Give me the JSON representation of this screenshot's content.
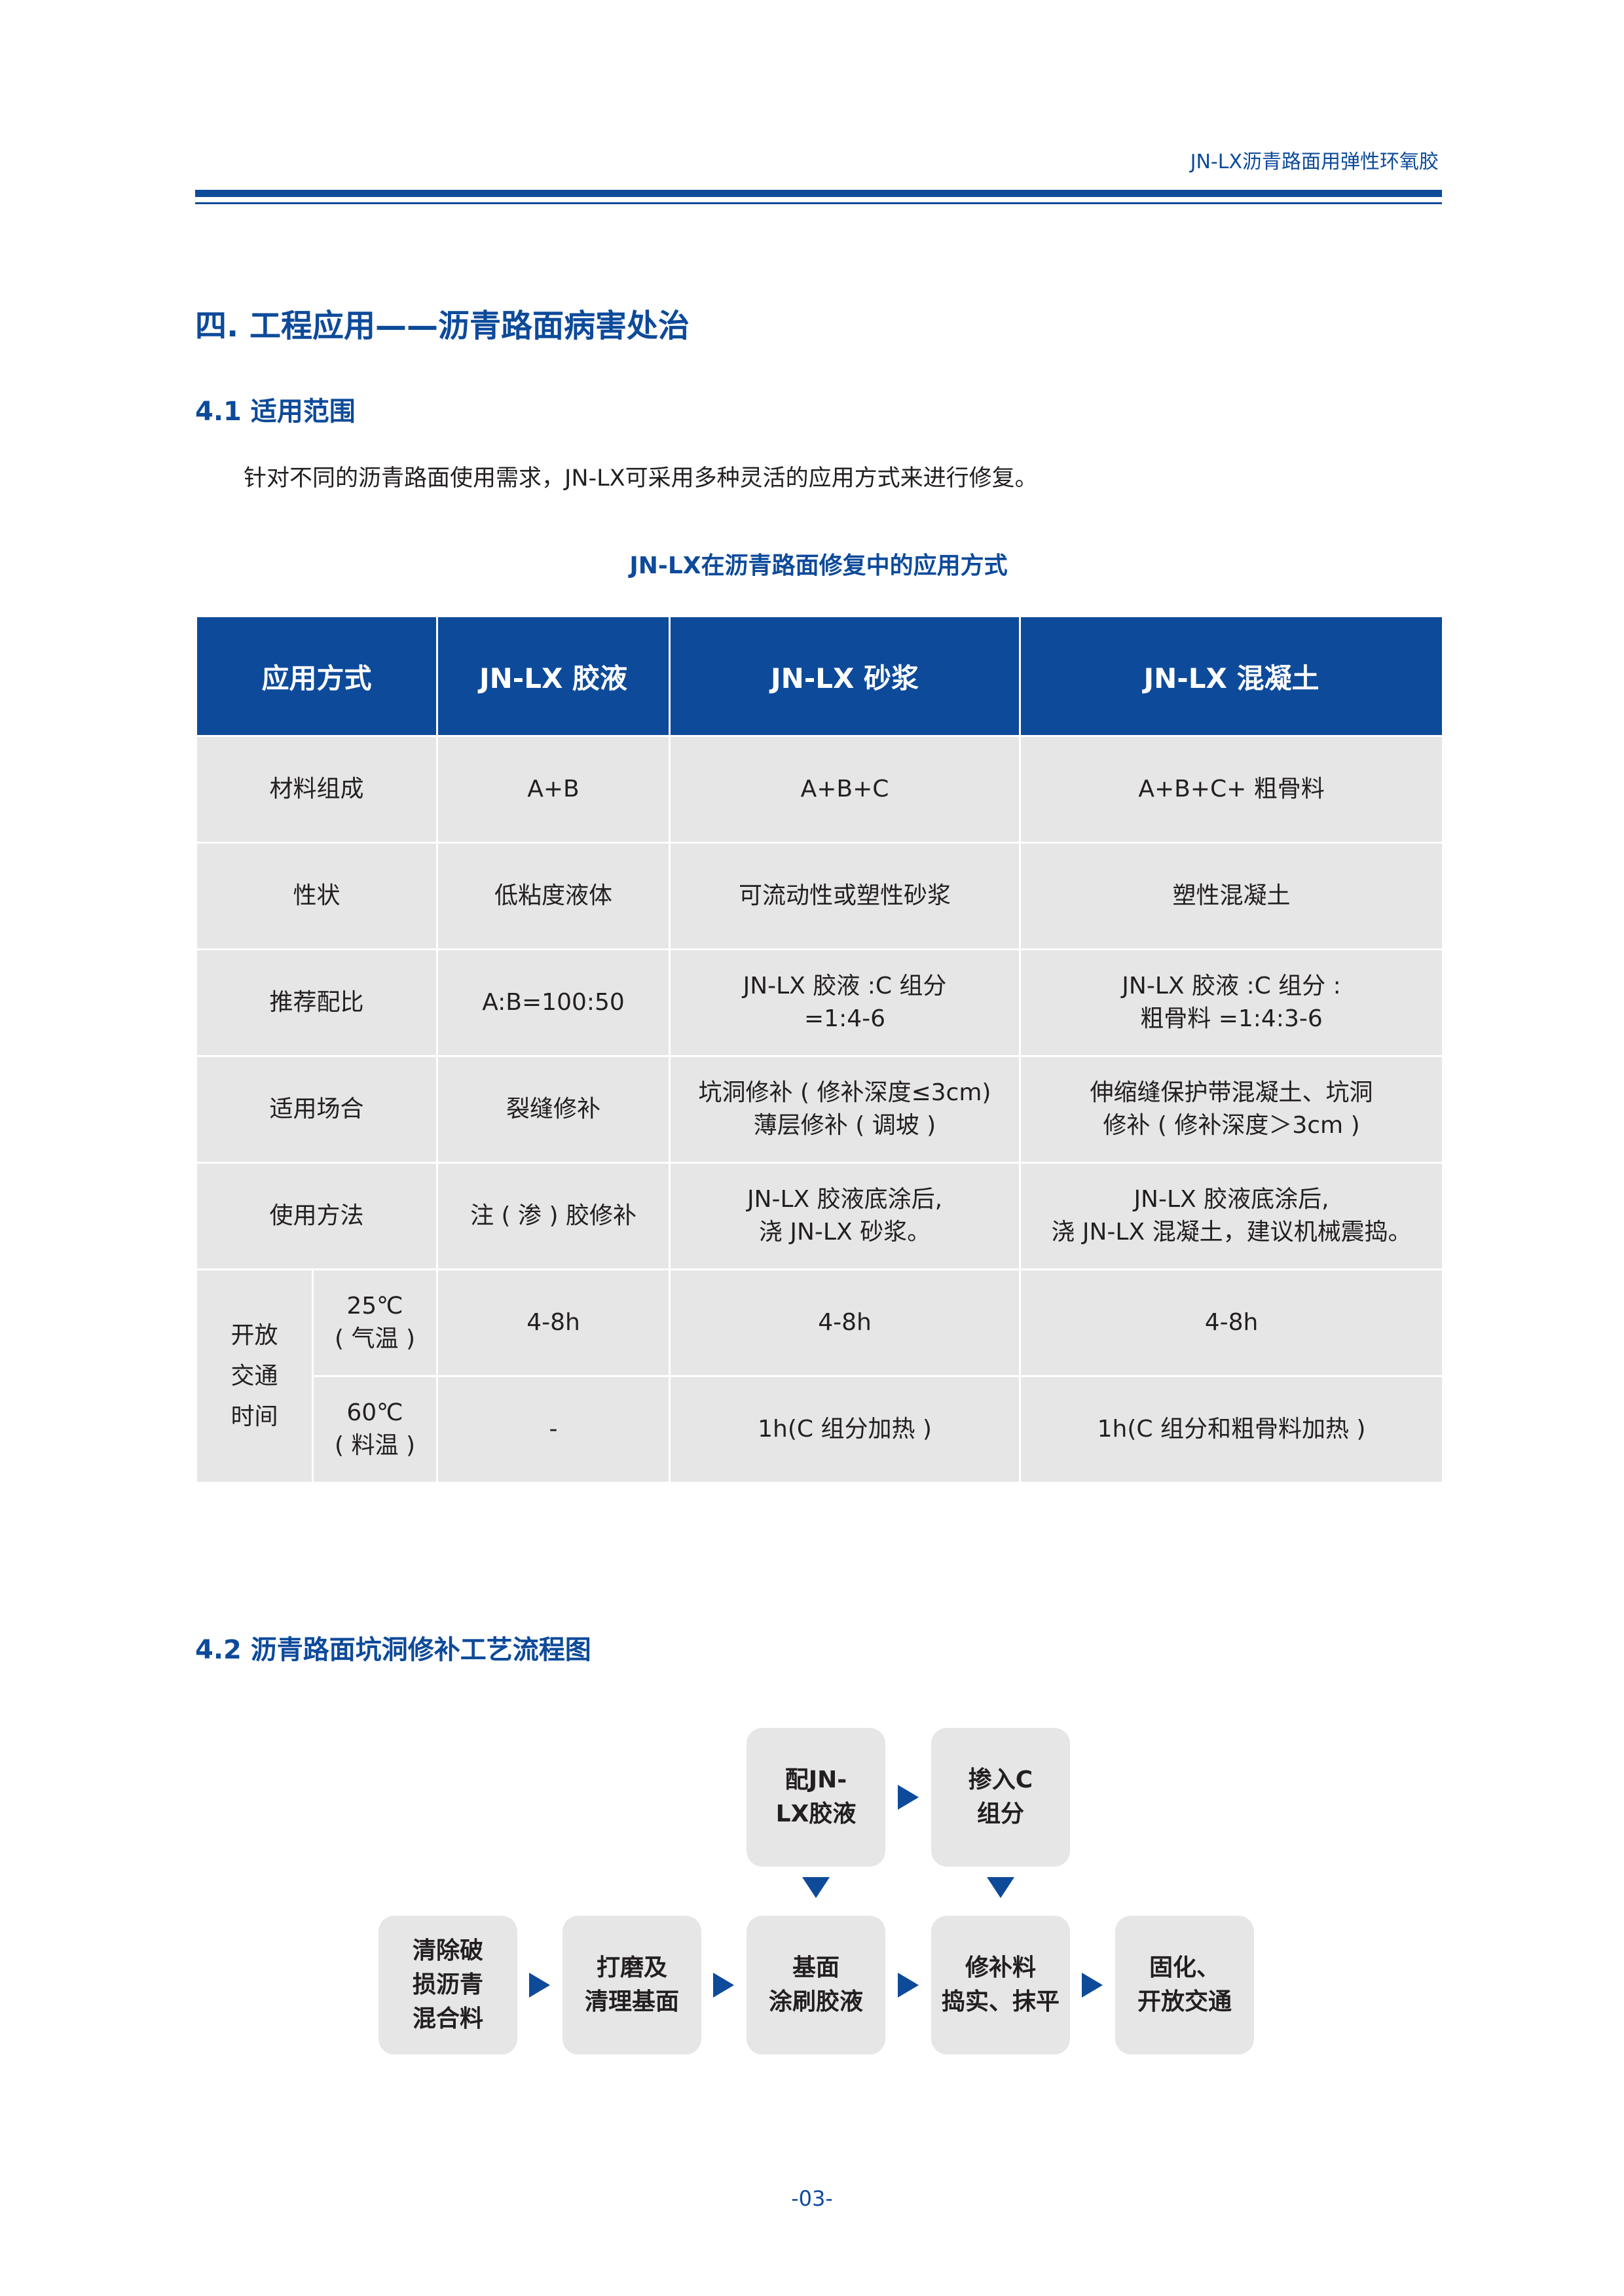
{
  "header": {
    "title": "JN-LX沥青路面用弹性环氧胶"
  },
  "section": {
    "title": "四. 工程应用——沥青路面病害处治"
  },
  "scope": {
    "heading": "4.1 适用范围",
    "intro": "针对不同的沥青路面使用需求，JN-LX可采用多种灵活的应用方式来进行修复。"
  },
  "table": {
    "caption": "JN-LX在沥青路面修复中的应用方式",
    "headers": [
      "应用方式",
      "JN-LX 胶液",
      "JN-LX 砂浆",
      "JN-LX 混凝土"
    ],
    "rows": [
      {
        "label": "材料组成",
        "cells": [
          "A+B",
          "A+B+C",
          "A+B+C+ 粗骨料"
        ]
      },
      {
        "label": "性状",
        "cells": [
          "低粘度液体",
          "可流动性或塑性砂浆",
          "塑性混凝土"
        ]
      },
      {
        "label": "推荐配比",
        "cells": [
          "A:B=100:50",
          "JN-LX 胶液 :C 组分\n=1:4-6",
          "JN-LX 胶液 :C 组分 :\n粗骨料 =1:4:3-6"
        ]
      },
      {
        "label": "适用场合",
        "cells": [
          "裂缝修补",
          "坑洞修补 ( 修补深度≤3cm)\n薄层修补 ( 调坡 )",
          "伸缩缝保护带混凝土、坑洞\n修补 ( 修补深度＞3cm )"
        ]
      },
      {
        "label": "使用方法",
        "cells": [
          "注 ( 渗 ) 胶修补",
          "JN-LX 胶液底涂后,\n浇 JN-LX 砂浆。",
          "JN-LX 胶液底涂后,\n浇 JN-LX 混凝土，建议机械震捣。"
        ]
      }
    ],
    "open_traffic": {
      "label": "开放\n交通\n时间",
      "rows": [
        {
          "condition": "25℃\n( 气温 )",
          "cells": [
            "4-8h",
            "4-8h",
            "4-8h"
          ]
        },
        {
          "condition": "60℃\n( 料温 )",
          "cells": [
            "-",
            "1h(C 组分加热 )",
            "1h(C 组分和粗骨料加热 )"
          ]
        }
      ]
    }
  },
  "flowchart": {
    "heading": "4.2 沥青路面坑洞修补工艺流程图",
    "top_steps": [
      "配JN-\nLX胶液",
      "掺入C\n组分"
    ],
    "main_steps": [
      "清除破\n损沥青\n混合料",
      "打磨及\n清理基面",
      "基面\n涂刷胶液",
      "修补料\n捣实、抹平",
      "固化、\n开放交通"
    ]
  },
  "footer": {
    "page": "-03-"
  },
  "colors": {
    "brand_blue": "#0d4a9a",
    "cell_gray": "#e6e6e6"
  }
}
